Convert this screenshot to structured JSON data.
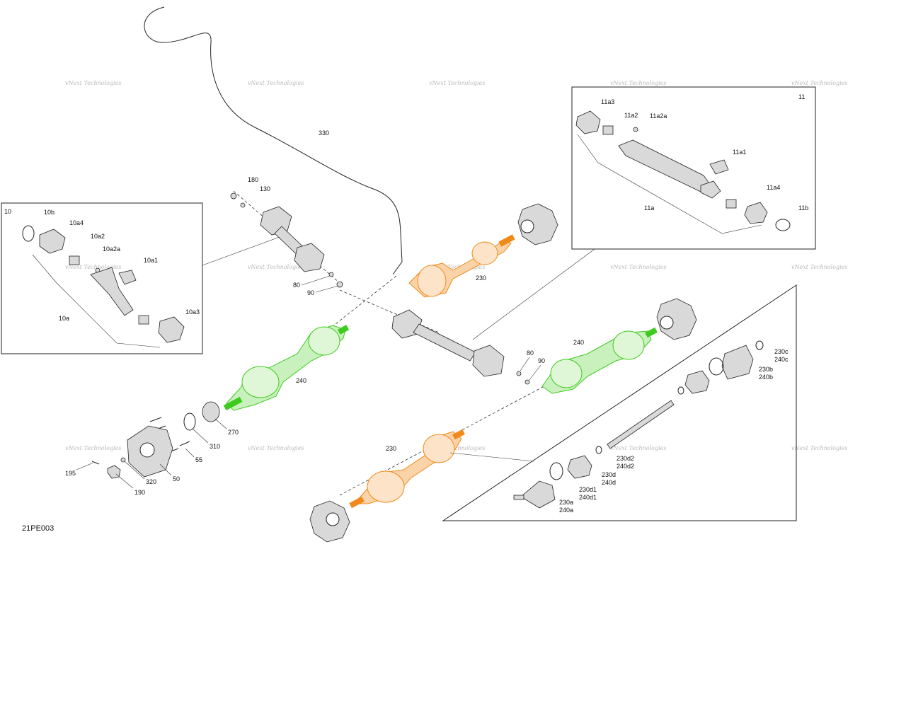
{
  "diagram": {
    "code": "21PE003",
    "watermark": "vNext Technologies",
    "colors": {
      "front_shaft": "#3ecb1f",
      "rear_shaft": "#f08a1a",
      "line": "#222222",
      "watermark": "#b9b9b9"
    },
    "labels": {
      "l330": "330",
      "l180": "180",
      "l130": "130",
      "l80a": "80",
      "l90a": "90",
      "l10": "10",
      "l10b": "10b",
      "l10a4": "10a4",
      "l10a2": "10a2",
      "l10a2a": "10a2a",
      "l10a1": "10a1",
      "l10a": "10a",
      "l10a3": "10a3",
      "l11": "11",
      "l11a3": "11a3",
      "l11a2": "11a2",
      "l11a2a": "11a2a",
      "l11a1": "11a1",
      "l11a": "11a",
      "l11a4": "11a4",
      "l11b": "11b",
      "l230a": "230",
      "l240a": "240",
      "l240b": "240",
      "l80b": "80",
      "l90b": "90",
      "l270": "270",
      "l310": "310",
      "l55": "55",
      "l195": "195",
      "l320": "320",
      "l190": "190",
      "l50": "50",
      "l230b": "230",
      "l230c": "230c",
      "l240c": "240c",
      "l230b2": "230b",
      "l240b2": "240b",
      "l230d2": "230d2",
      "l240d2": "240d2",
      "l230d": "230d",
      "l240d": "240d",
      "l230d1": "230d1",
      "l240d1": "240d1",
      "l230a2": "230a",
      "l240a2": "240a"
    }
  }
}
